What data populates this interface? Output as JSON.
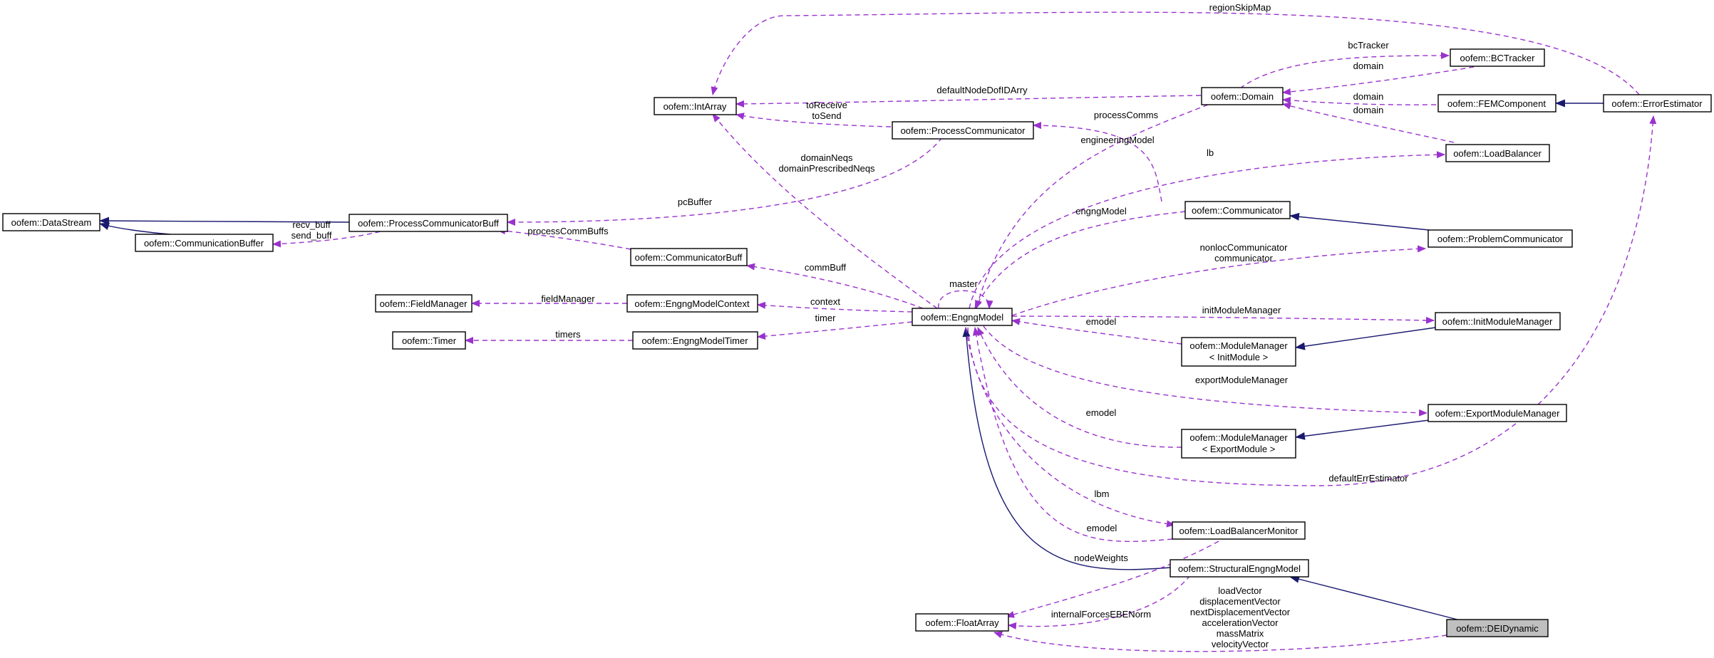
{
  "nodes": {
    "datastream": "oofem::DataStream",
    "communicationbuffer": "oofem::CommunicationBuffer",
    "processcommunicatorbuff": "oofem::ProcessCommunicatorBuff",
    "intarray": "oofem::IntArray",
    "processcommunicator": "oofem::ProcessCommunicator",
    "domain": "oofem::Domain",
    "bctracker": "oofem::BCTracker",
    "femcomponent": "oofem::FEMComponent",
    "errorestimator": "oofem::ErrorEstimator",
    "loadbalancer": "oofem::LoadBalancer",
    "communicator": "oofem::Communicator",
    "problemcommunicator": "oofem::ProblemCommunicator",
    "communicatorbuff": "oofem::CommunicatorBuff",
    "fieldmanager": "oofem::FieldManager",
    "engngmodelcontext": "oofem::EngngModelContext",
    "timer": "oofem::Timer",
    "engngmodeltimer": "oofem::EngngModelTimer",
    "engngmodel": "oofem::EngngModel",
    "initmodulemanager": "oofem::InitModuleManager",
    "mm_init_1": "oofem::ModuleManager",
    "mm_init_2": "< InitModule >",
    "exportmodulemanager": "oofem::ExportModuleManager",
    "mm_export_1": "oofem::ModuleManager",
    "mm_export_2": "< ExportModule >",
    "loadbalancermonitor": "oofem::LoadBalancerMonitor",
    "structuralengngmodel": "oofem::StructuralEngngModel",
    "floatarray": "oofem::FloatArray",
    "deidynamic": "oofem::DEIDynamic"
  },
  "edge_labels": {
    "regionSkipMap": "regionSkipMap",
    "bcTracker": "bcTracker",
    "domain_bc": "domain",
    "domain_fem": "domain",
    "domain_lb": "domain",
    "defaultNodeDofIDArry": "defaultNodeDofIDArry",
    "toReceive": "toReceive",
    "toSend": "toSend",
    "processComms": "processComms",
    "engineeringModel": "engineeringModel",
    "lb": "lb",
    "domainNeqs": "domainNeqs",
    "domainPrescribedNeqs": "domainPrescribedNeqs",
    "pcBuffer": "pcBuffer",
    "recv_buff": "recv_buff",
    "send_buff": "send_buff",
    "processCommBuffs": "processCommBuffs",
    "engngModel": "engngModel",
    "nonlocCommunicator": "nonlocCommunicator",
    "communicator": "communicator",
    "commBuff": "commBuff",
    "master": "master",
    "fieldManager": "fieldManager",
    "context": "context",
    "initModuleManager": "initModuleManager",
    "timer": "timer",
    "timers": "timers",
    "emodel_init": "emodel",
    "exportModuleManager": "exportModuleManager",
    "emodel_export": "emodel",
    "defaultErrEstimator": "defaultErrEstimator",
    "lbm": "lbm",
    "emodel_lbm": "emodel",
    "nodeWeights": "nodeWeights",
    "internalForcesEBENorm": "internalForcesEBENorm",
    "loadVector": "loadVector",
    "displacementVector": "displacementVector",
    "nextDisplacementVector": "nextDisplacementVector",
    "accelerationVector": "accelerationVector",
    "massMatrix": "massMatrix",
    "velocityVector": "velocityVector"
  },
  "colors": {
    "usage_edge": "#9a32cd",
    "inheritance_edge": "#191970",
    "highlight_fill": "#bfbfbf"
  }
}
